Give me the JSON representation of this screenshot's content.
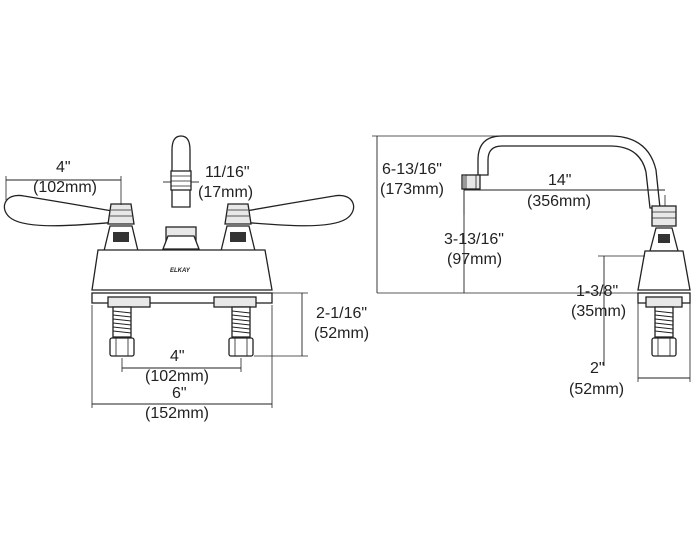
{
  "front_view": {
    "handle_reach": {
      "imperial": "4\"",
      "metric": "(102mm)"
    },
    "spout_diameter": {
      "imperial": "11/16\"",
      "metric": "(17mm)"
    },
    "brand_mark": "ELKAY",
    "shank_length": {
      "imperial": "2-1/16\"",
      "metric": "(52mm)"
    },
    "centers": {
      "imperial": "4\"",
      "metric": "(102mm)"
    },
    "body_width": {
      "imperial": "6\"",
      "metric": "(152mm)"
    }
  },
  "side_view": {
    "overall_height": {
      "imperial": "6-13/16\"",
      "metric": "(173mm)"
    },
    "spout_reach": {
      "imperial": "14\"",
      "metric": "(356mm)"
    },
    "spout_outlet_height": {
      "imperial": "3-13/16\"",
      "metric": "(97mm)"
    },
    "body_height": {
      "imperial": "1-3/8\"",
      "metric": "(35mm)"
    },
    "body_depth": {
      "imperial": "2\"",
      "metric": "(52mm)"
    }
  }
}
